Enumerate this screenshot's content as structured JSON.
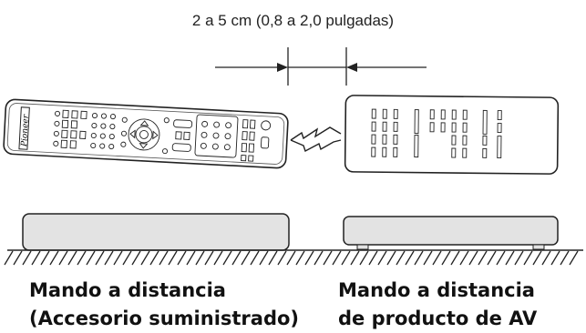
{
  "distance_label": "2 a 5 cm (0,8 a 2,0 pulgadas)",
  "brand_logo": "Pioneer",
  "left_caption": {
    "line1": "Mando a distancia",
    "line2": "(Accesorio suministrado)"
  },
  "right_caption": {
    "line1": "Mando a distancia",
    "line2": "de producto de AV"
  },
  "icons": [
    "remote-control-icon",
    "infrared-signal-icon",
    "av-remote-icon",
    "device-box-icon",
    "floor-hatch-icon"
  ]
}
